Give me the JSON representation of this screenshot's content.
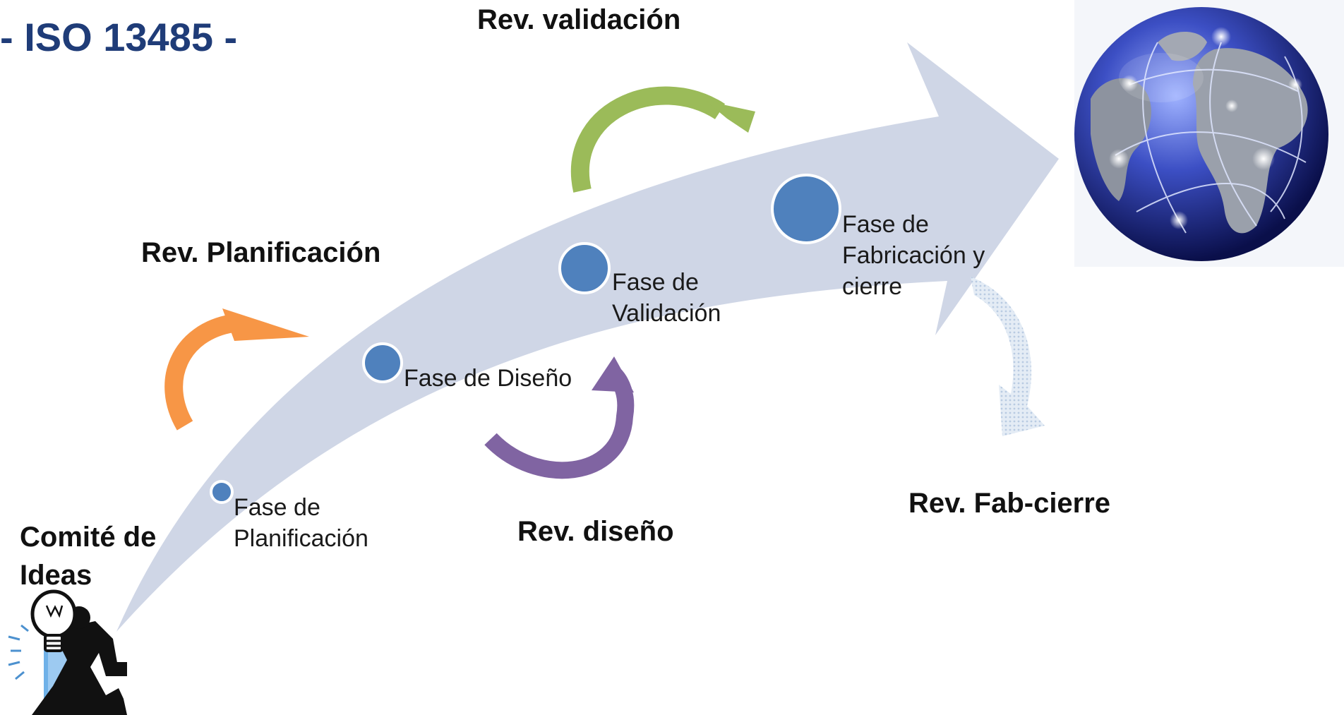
{
  "title": "- ISO 13485 -",
  "start_label": {
    "line1": "Comité de",
    "line2": "Ideas"
  },
  "phases": [
    {
      "line1": "Fase de",
      "line2": "Planificación",
      "line3": ""
    },
    {
      "line1": "Fase de Diseño",
      "line2": "",
      "line3": ""
    },
    {
      "line1": "Fase de",
      "line2": "Validación",
      "line3": ""
    },
    {
      "line1": "Fase de",
      "line2": "Fabricación y",
      "line3": "cierre"
    }
  ],
  "reviews": {
    "planning": "Rev. Planificación",
    "design": "Rev. diseño",
    "validation": "Rev. validación",
    "fab_close": "Rev. Fab-cierre"
  },
  "colors": {
    "title": "#1f3c78",
    "main_arrow": "#cfd6e6",
    "phase_dot": "#4f81bd",
    "planning_arrow": "#f79646",
    "design_arrow": "#8064a2",
    "validation_arrow": "#9bbb59",
    "fab_arrow": "#c5d6ea"
  },
  "icons": [
    "idea-person-icon",
    "globe-icon"
  ]
}
